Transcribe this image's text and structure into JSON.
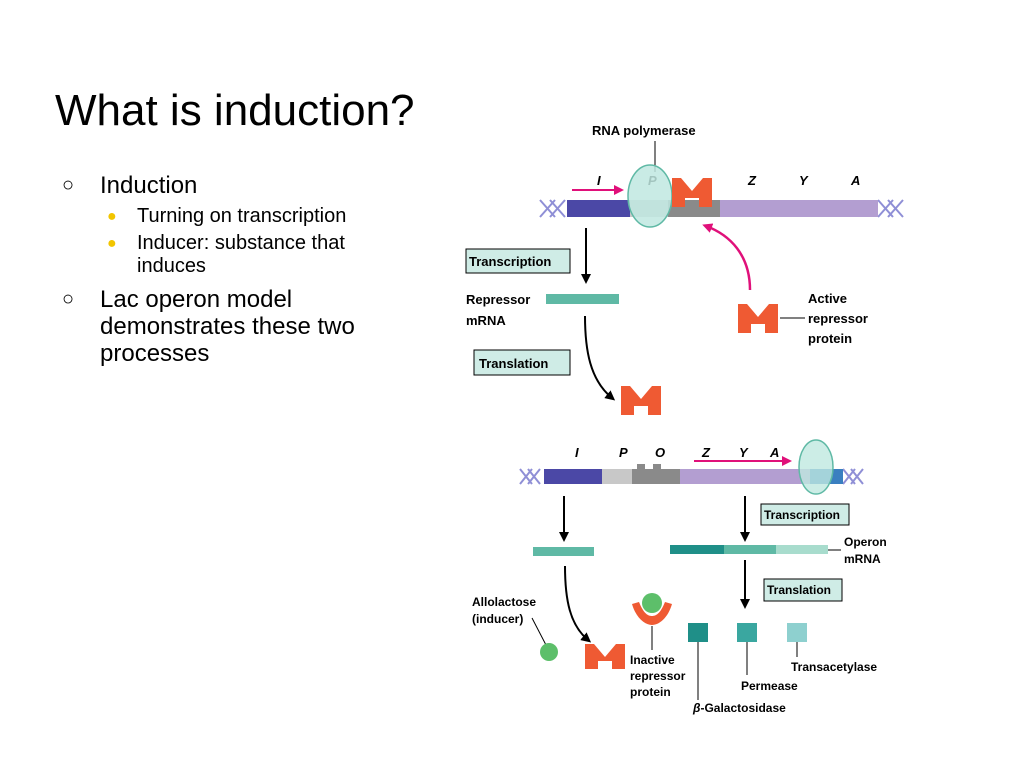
{
  "slide": {
    "title": "What is induction?",
    "bullets": [
      {
        "text": "Induction",
        "sub": [
          "Turning on transcription",
          "Inducer: substance that induces"
        ]
      },
      {
        "text": "Lac operon model demonstrates these two processes",
        "sub": []
      }
    ]
  },
  "diagram": {
    "top": {
      "rna_polymerase": "RNA polymerase",
      "genes": [
        "I",
        "P",
        "Z",
        "Y",
        "A"
      ],
      "transcription": "Transcription",
      "repressor_mrna": [
        "Repressor",
        "mRNA"
      ],
      "translation": "Translation",
      "active_repressor": [
        "Active",
        "repressor",
        "protein"
      ]
    },
    "bottom": {
      "genes": [
        "I",
        "P",
        "O",
        "Z",
        "Y",
        "A"
      ],
      "transcription": "Transcription",
      "operon_mrna": [
        "Operon",
        "mRNA"
      ],
      "translation": "Translation",
      "allolactose": [
        "Allolactose",
        "(inducer)"
      ],
      "inactive_repressor": [
        "Inactive",
        "repressor",
        "protein"
      ],
      "beta_symbol": "β",
      "galactosidase": "-Galactosidase",
      "permease": "Permease",
      "transacetylase": "Transacetylase"
    },
    "colors": {
      "i_gene": "#4b48a6",
      "promoter": "#c8c8c8",
      "operator": "#8a8a8a",
      "zya": "#b39ed1",
      "rna_polymerase": "#bfe8e0",
      "repressor": "#ef5a33",
      "arrow_magenta": "#e0107a",
      "mrna_teal": "#5fb9a5",
      "dna_helix": "#8f8fd6"
    }
  }
}
